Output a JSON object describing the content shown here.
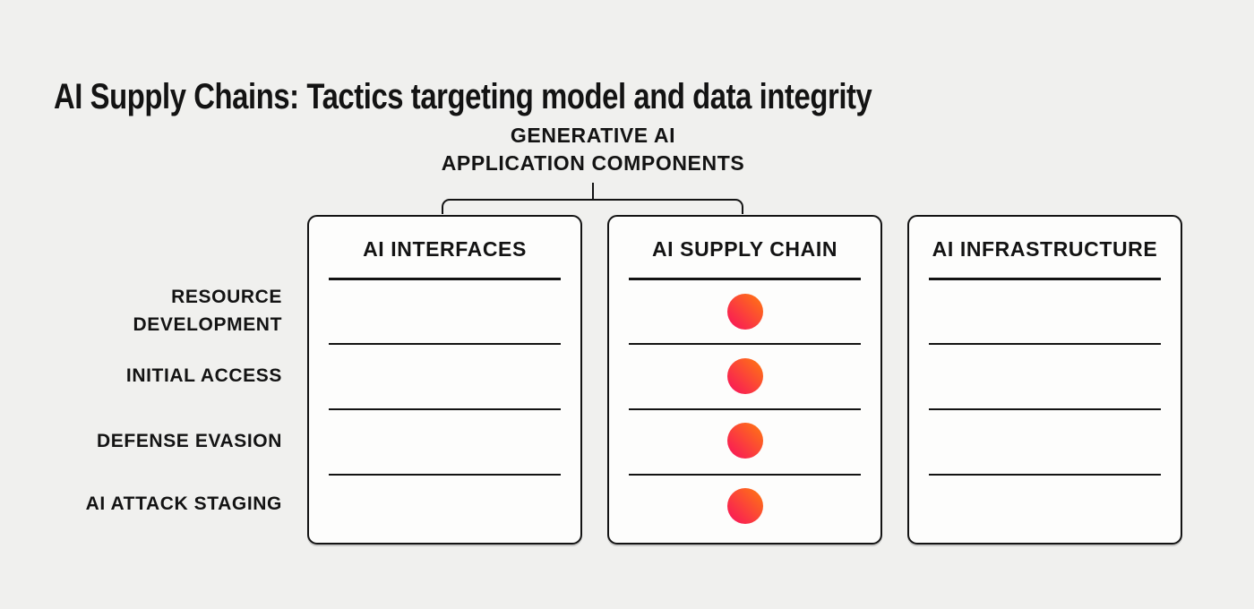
{
  "page": {
    "title": "AI Supply Chains: Tactics targeting model and data integrity"
  },
  "group_header": {
    "label": "GENERATIVE AI\nAPPLICATION COMPONENTS"
  },
  "matrix": {
    "row_labels": [
      "RESOURCE\nDEVELOPMENT",
      "INITIAL ACCESS",
      "DEFENSE EVASION",
      "AI ATTACK STAGING"
    ],
    "columns": [
      {
        "title": "AI INTERFACES",
        "marked_rows": []
      },
      {
        "title": "AI SUPPLY CHAIN",
        "marked_rows": [
          "RESOURCE DEVELOPMENT",
          "INITIAL ACCESS",
          "DEFENSE EVASION",
          "AI ATTACK STAGING"
        ]
      },
      {
        "title": "AI INFRASTRUCTURE",
        "marked_rows": []
      }
    ]
  },
  "colors": {
    "background": "#f0f0ee",
    "box_fill": "#fdfdfc",
    "ink": "#131313",
    "dot_gradient_start": "#ff7a10",
    "dot_gradient_end": "#f8105e"
  }
}
